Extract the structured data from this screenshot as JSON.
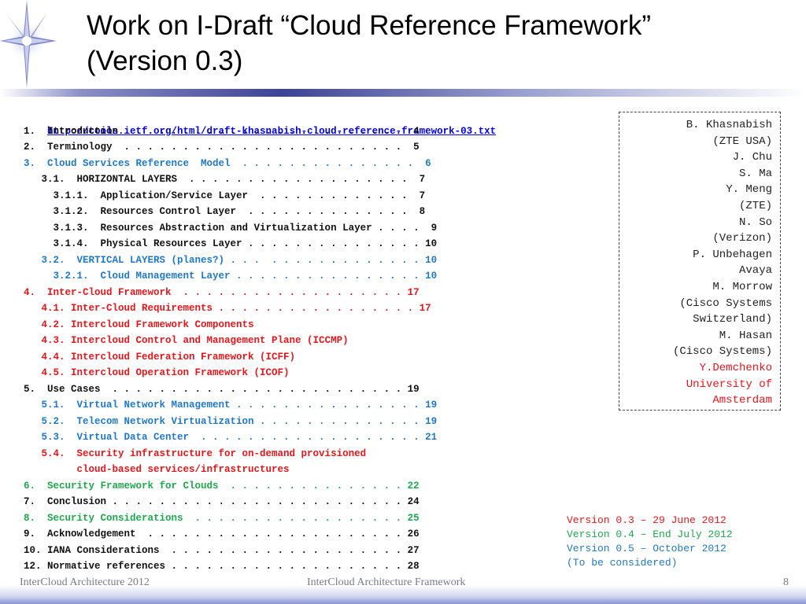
{
  "slide": {
    "title_line1": "Work on I-Draft “Cloud Reference Framework”",
    "title_line2": "(Version 0.3)"
  },
  "toc": {
    "link": "http://tools.ietf.org/html/draft-khasnabish-cloud-reference-framework-03.txt",
    "rows": [
      {
        "text": "1.  Introduction . . . . . . . . . . . . . . . . . . . . . . . .  4",
        "color": "#111111"
      },
      {
        "text": "2.  Terminology  . . . . . . . . . . . . . . . . . . . . . . . .  5",
        "color": "#111111"
      },
      {
        "text": "3.  Cloud Services Reference  Model  . . . . . . . . . . . . . . .  6",
        "color": "#1f78c8"
      },
      {
        "text": "   3.1.  HORIZONTAL LAYERS  . . . . . . . . . . . . . . . . . . .  7",
        "color": "#111111"
      },
      {
        "text": "     3.1.1.  Application/Service Layer  . . . . . . . . . . . . .  7",
        "color": "#111111"
      },
      {
        "text": "     3.1.2.  Resources Control Layer  . . . . . . . . . . . . . .  8",
        "color": "#111111"
      },
      {
        "text": "     3.1.3.  Resources Abstraction and Virtualization Layer . . . .  9",
        "color": "#111111"
      },
      {
        "text": "     3.1.4.  Physical Resources Layer . . . . . . . . . . . . . . . 10",
        "color": "#111111"
      },
      {
        "text": "   3.2.  VERTICAL LAYERS (planes?) . . .  . . . . . . . . . . . . . 10",
        "color": "#1f78c8"
      },
      {
        "text": "     3.2.1.  Cloud Management Layer . . . . . . . . . . . . . . . . 10",
        "color": "#1f78c8"
      },
      {
        "text": "4.  Inter-Cloud Framework  . . . . . . . . . . . . . . . . . . . 17",
        "color": "#e8161b"
      },
      {
        "text": "   4.1. Inter-Cloud Requirements . . . . . . . . . . . . . . . . . 17",
        "color": "#e8161b"
      },
      {
        "text": "   4.2. Intercloud Framework Components",
        "color": "#e8161b"
      },
      {
        "text": "   4.3. Intercloud Control and Management Plane (ICCMP)",
        "color": "#e8161b"
      },
      {
        "text": "   4.4. Intercloud Federation Framework (ICFF)",
        "color": "#e8161b"
      },
      {
        "text": "   4.5. Intercloud Operation Framework (ICOF)",
        "color": "#e8161b"
      },
      {
        "text": "5.  Use Cases  . . . . . . . . . . . . . . . . . . . . . . . . . 19",
        "color": "#111111"
      },
      {
        "text": "   5.1.  Virtual Network Management . . . . . . . . . . . . . . . . 19",
        "color": "#1f78c8"
      },
      {
        "text": "   5.2.  Telecom Network Virtualization . . . . . . . . . . . . . . 19",
        "color": "#1f78c8"
      },
      {
        "text": "   5.3.  Virtual Data Center  . . . . . . . . . . . . . . . . . . . 21",
        "color": "#1f78c8"
      },
      {
        "text": "   5.4.  Security infrastructure for on-demand provisioned",
        "color": "#e8161b"
      },
      {
        "text": "         cloud-based services/infrastructures",
        "color": "#e8161b"
      },
      {
        "text": "6.  Security Framework for Clouds  . . . . . . . . . . . . . . . 22",
        "color": "#1fa84b"
      },
      {
        "text": "7.  Conclusion . . . . . . . . . . . . . . . . . . . . . . . . . 24",
        "color": "#111111"
      },
      {
        "text": "8.  Security Considerations  . . . . . . . . . . . . . . . . . . 25",
        "color": "#1fa84b"
      },
      {
        "text": "9.  Acknowledgement  . . . . . . . . . . . . . . . . . . . . . . 26",
        "color": "#111111"
      },
      {
        "text": "10. IANA Considerations  . . . . . . . . . . . . . . . . . . . . 27",
        "color": "#111111"
      },
      {
        "text": "12. Normative references . . . . . . . . . . . . . . . . . . . . 28",
        "color": "#111111"
      }
    ]
  },
  "authors": [
    {
      "text": "B. Khasnabish",
      "color": "#222222"
    },
    {
      "text": "(ZTE USA)",
      "color": "#222222"
    },
    {
      "text": "J. Chu",
      "color": "#222222"
    },
    {
      "text": "S. Ma",
      "color": "#222222"
    },
    {
      "text": "Y. Meng",
      "color": "#222222"
    },
    {
      "text": "(ZTE)",
      "color": "#222222"
    },
    {
      "text": "N. So",
      "color": "#222222"
    },
    {
      "text": "(Verizon)",
      "color": "#222222"
    },
    {
      "text": "P. Unbehagen",
      "color": "#222222"
    },
    {
      "text": "Avaya",
      "color": "#222222"
    },
    {
      "text": "M. Morrow",
      "color": "#222222"
    },
    {
      "text": "(Cisco Systems",
      "color": "#222222"
    },
    {
      "text": "Switzerland)",
      "color": "#222222"
    },
    {
      "text": "M. Hasan",
      "color": "#222222"
    },
    {
      "text": "(Cisco Systems)",
      "color": "#222222"
    },
    {
      "text": "Y.Demchenko",
      "color": "#e8161b"
    },
    {
      "text": "University of",
      "color": "#e8161b"
    },
    {
      "text": "Amsterdam",
      "color": "#e8161b"
    }
  ],
  "versions": {
    "v03": "Version 0.3 – 29 June 2012",
    "v04": "Version 0.4 – End July 2012",
    "v05": "Version 0.5 – October 2012",
    "note": "(To be considered)"
  },
  "footer": {
    "left": "InterCloud Architecture 2012",
    "center": "InterCloud Architecture Framework",
    "page": "8"
  }
}
